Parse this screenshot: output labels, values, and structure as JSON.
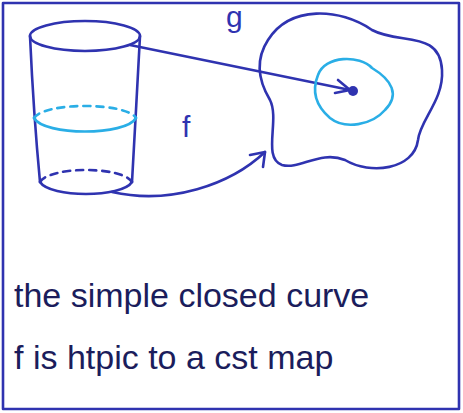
{
  "diagram": {
    "labels": [
      "g",
      "f",
      "the simple closed curve",
      "f is htpic to a cst map"
    ]
  }
}
